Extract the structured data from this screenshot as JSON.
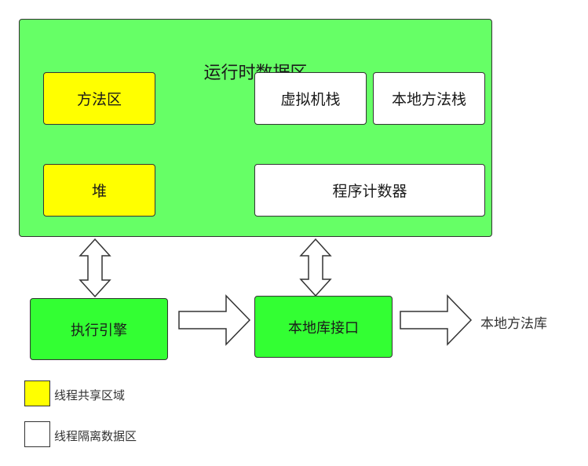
{
  "runtime_area": {
    "title": "运行时数据区",
    "color": "#66ff66",
    "method_area": "方法区",
    "heap": "堆",
    "vm_stack": "虚拟机栈",
    "native_method_stack": "本地方法栈",
    "program_counter": "程序计数器"
  },
  "execution_engine": "执行引擎",
  "native_interface": "本地库接口",
  "native_library": "本地方法库",
  "legend": {
    "shared": {
      "label": "线程共享区域",
      "color": "#ffff00"
    },
    "isolated": {
      "label": "线程隔离数据区",
      "color": "#ffffff"
    }
  }
}
